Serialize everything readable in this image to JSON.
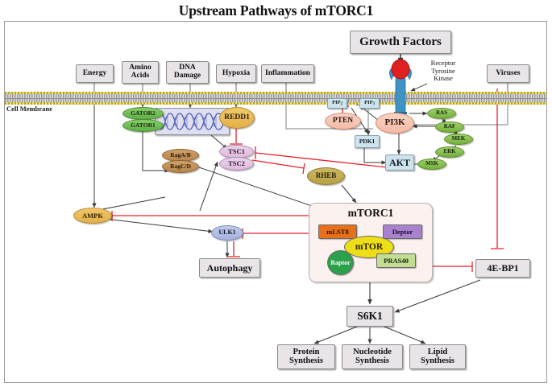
{
  "title": "Upstream Pathways of mTORC1",
  "labels": {
    "cell_membrane": "Cell Membrane",
    "receptor_tyrosine_kinase": "Receptor\nTyrosine\nKinase"
  },
  "receptor": {
    "line1": "Receptor",
    "line2": "Tyrosine",
    "line3": "Kinase"
  },
  "stimuli": [
    {
      "id": "energy",
      "label": "Energy"
    },
    {
      "id": "amino-acids",
      "label": "Amino\nAcids",
      "line1": "Amino",
      "line2": "Acids"
    },
    {
      "id": "dna-damage",
      "label": "DNA\nDamage",
      "line1": "DNA",
      "line2": "Damage"
    },
    {
      "id": "hypoxia",
      "label": "Hypoxia"
    },
    {
      "id": "inflammation",
      "label": "Inflammation"
    },
    {
      "id": "growth-factors",
      "label": "Growth Factors"
    },
    {
      "id": "viruses",
      "label": "Viruses"
    }
  ],
  "nodes": {
    "gator2": "GATOR2",
    "gator1": "GATOR1",
    "redd1": "REDD1",
    "rag_ab": "RagA/B",
    "rag_cd": "RagC/D",
    "tsc1": "TSC1",
    "tsc2": "TSC2",
    "rheb": "RHEB",
    "ampk": "AMPK",
    "ulk1": "ULK1",
    "autophagy": "Autophagy",
    "pip2": "PIP2",
    "pip2_base": "PIP",
    "pip2_sub": "2",
    "pip3_base": "PIP",
    "pip3_sub": "3",
    "pten": "PTEN",
    "pi3k": "PI3K",
    "pdk1": "PDK1",
    "akt": "AKT",
    "ras": "RAS",
    "raf": "RAF",
    "mek": "MEK",
    "erk": "ERK",
    "msk": "MSK",
    "4ebp1": "4E-BP1",
    "s6k1": "S6K1",
    "protein_synthesis_l1": "Protein",
    "protein_synthesis_l2": "Synthesis",
    "nucleotide_synthesis_l1": "Nucleotide",
    "nucleotide_synthesis_l2": "Synthesis",
    "lipid_synthesis_l1": "Lipid",
    "lipid_synthesis_l2": "Synthesis"
  },
  "complex": {
    "name": "mTORC1",
    "subunits": [
      {
        "id": "mlst8",
        "label": "mLST8",
        "color": "#e8701a"
      },
      {
        "id": "deptor",
        "label": "Deptor",
        "color": "#a982cf"
      },
      {
        "id": "mtor",
        "label": "mTOR",
        "color": "#eede17"
      },
      {
        "id": "raptor",
        "label": "Raptor",
        "color": "#2ba14b"
      },
      {
        "id": "pras40",
        "label": "PRAS40",
        "color": "#c3dd92"
      }
    ]
  },
  "colors": {
    "activation_arrow": "#3a3a3a",
    "inhibition_line": "#e8222a",
    "plain_connector": "#7d7d7d",
    "box_fill": "#e8e4e8",
    "membrane_head": "#c7b22e",
    "membrane_tail": "#bdbdbd",
    "receptor_head": "#e02020",
    "receptor_body": "#3f93c4"
  }
}
